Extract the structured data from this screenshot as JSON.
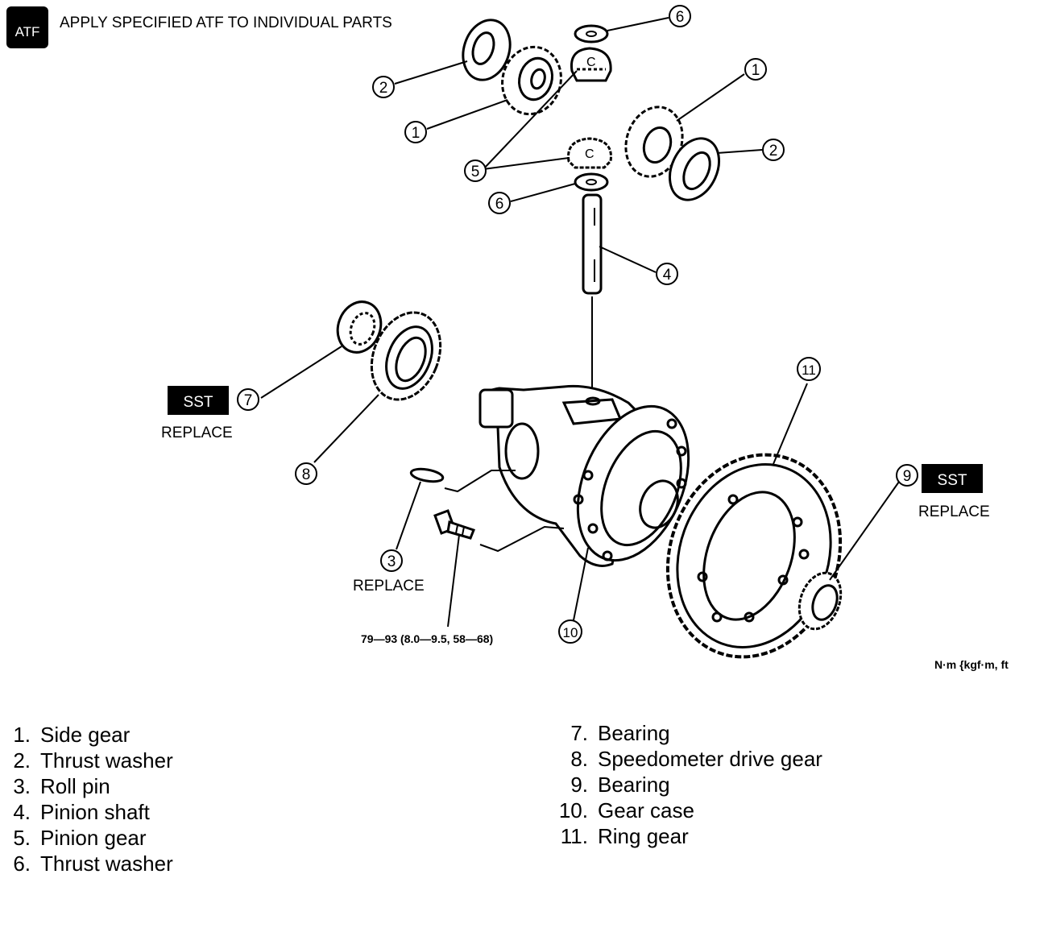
{
  "header": {
    "badge": "ATF",
    "note": "APPLY SPECIFIED ATF TO INDIVIDUAL PARTS"
  },
  "callouts": {
    "c1a": "1",
    "c1b": "1",
    "c2a": "2",
    "c2b": "2",
    "c3": "3",
    "c4": "4",
    "c5": "5",
    "c6a": "6",
    "c6b": "6",
    "c7": "7",
    "c8": "8",
    "c9": "9",
    "c10": "10",
    "c11": "11"
  },
  "annotations": {
    "sst": "SST",
    "replace": "REPLACE",
    "torque_value": "79—93 (8.0—9.5, 58—68)",
    "torque_units": "N·m {kgf·m, ft"
  },
  "legend": [
    {
      "num": "1.",
      "text": "Side gear"
    },
    {
      "num": "2.",
      "text": "Thrust washer"
    },
    {
      "num": "3.",
      "text": "Roll pin"
    },
    {
      "num": "4.",
      "text": "Pinion shaft"
    },
    {
      "num": "5.",
      "text": "Pinion gear"
    },
    {
      "num": "6.",
      "text": "Thrust washer"
    },
    {
      "num": "7.",
      "text": "Bearing"
    },
    {
      "num": "8.",
      "text": "Speedometer drive gear"
    },
    {
      "num": "9.",
      "text": "Bearing"
    },
    {
      "num": "10.",
      "text": "Gear case"
    },
    {
      "num": "11.",
      "text": "Ring gear"
    }
  ]
}
